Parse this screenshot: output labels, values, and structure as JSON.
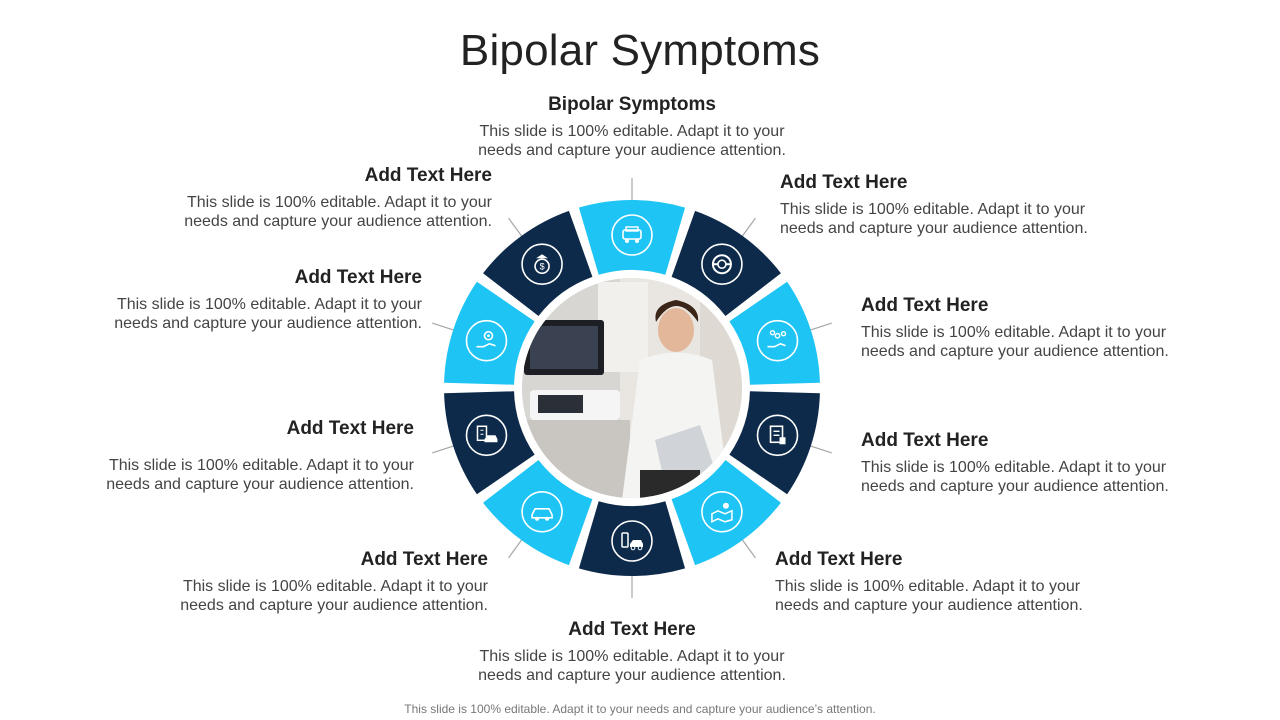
{
  "title": "Bipolar Symptoms",
  "footer": "This slide is 100% editable. Adapt it to your needs and capture your audience’s attention.",
  "colors": {
    "cyan": "#1EC4F4",
    "navy": "#0D2A4A",
    "connector": "#A6A6A6"
  },
  "segments": [
    {
      "id": "top",
      "color": "cyan",
      "icon": "van-icon",
      "heading": "Bipolar Symptoms",
      "text": "This slide is 100% editable. Adapt it to your needs and capture your audience attention."
    },
    {
      "id": "top-right",
      "color": "navy",
      "icon": "lifebuoy-icon",
      "heading": "Add Text Here",
      "text": "This slide is 100% editable. Adapt it to your needs and capture your audience attention."
    },
    {
      "id": "right-upper",
      "color": "cyan",
      "icon": "hand-network-icon",
      "heading": "Add Text Here",
      "text": "This slide is 100% editable. Adapt it to your needs and capture your audience attention."
    },
    {
      "id": "right-lower",
      "color": "navy",
      "icon": "document-icon",
      "heading": "Add Text Here",
      "text": "This slide is 100% editable. Adapt it to your needs and capture your audience attention."
    },
    {
      "id": "bottom-right",
      "color": "cyan",
      "icon": "map-pin-icon",
      "heading": "Add Text Here",
      "text": "This slide is 100% editable. Adapt it to your needs and capture your audience attention."
    },
    {
      "id": "bottom",
      "color": "navy",
      "icon": "ev-charging-icon",
      "heading": "Add Text Here",
      "text": "This slide is 100% editable. Adapt it to your needs and capture your audience attention."
    },
    {
      "id": "bottom-left",
      "color": "cyan",
      "icon": "car-icon",
      "heading": "Add Text Here",
      "text": "This slide is 100% editable. Adapt it to your needs and capture your audience attention."
    },
    {
      "id": "left-lower",
      "color": "navy",
      "icon": "building-car-icon",
      "heading": "Add Text Here",
      "text": "This slide is 100% editable. Adapt it to your needs and capture your audience attention."
    },
    {
      "id": "left-upper",
      "color": "cyan",
      "icon": "hand-settings-icon",
      "heading": "Add Text Here",
      "text": "This slide is 100% editable. Adapt it to your needs and capture your audience attention."
    },
    {
      "id": "top-left",
      "color": "navy",
      "icon": "money-bag-icon",
      "heading": "Add Text Here",
      "text": "This slide is 100% editable. Adapt it to your needs and capture your audience attention."
    }
  ]
}
